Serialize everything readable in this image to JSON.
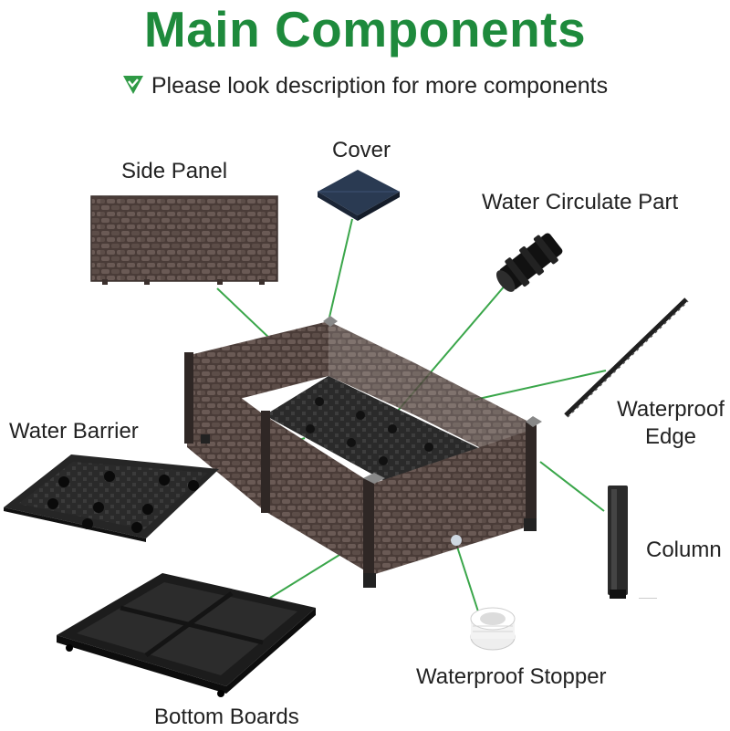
{
  "title": "Main Components",
  "subtitle": "Please look description for more components",
  "accent_color": "#1e8a3c",
  "line_color": "#3aa64a",
  "icons": {
    "subtitle_marker": "green-down-triangle-check-icon"
  },
  "components": {
    "side_panel": "Side Panel",
    "cover": "Cover",
    "water_circulate_part": "Water Circulate Part",
    "waterproof_edge_line1": "Waterproof",
    "waterproof_edge_line2": "Edge",
    "water_barrier": "Water Barrier",
    "column": "Column",
    "bottom_boards": "Bottom Boards",
    "waterproof_stopper": "Waterproof Stopper"
  }
}
